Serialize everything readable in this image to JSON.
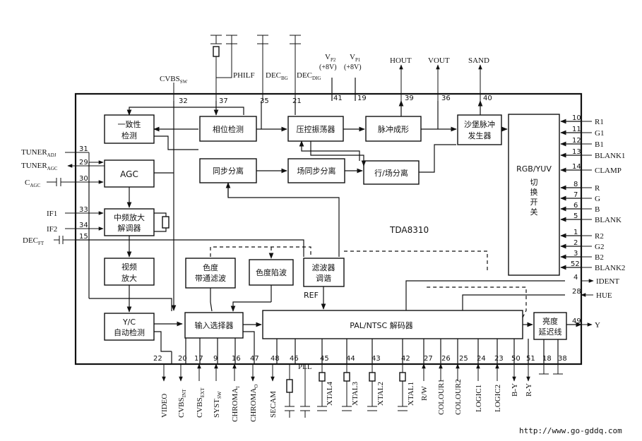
{
  "chip": {
    "name": "TDA8310"
  },
  "url": "http://www.go-gddq.com",
  "blocks": {
    "consistency": [
      "一致性",
      "检测"
    ],
    "phase": "相位检测",
    "vco": "压控振荡器",
    "pulse": "脉冲成形",
    "sandgen": [
      "沙堡脉冲",
      "发生器"
    ],
    "rgbyuv": "RGB/YUV",
    "switch": [
      "切",
      "换",
      "开",
      "关"
    ],
    "agc": "AGC",
    "syncsep": "同步分离",
    "fieldsync": "场同步分离",
    "hvsep": "行/场分离",
    "ifamp": [
      "中频放大",
      "解调器"
    ],
    "chroma_bp": [
      "色度",
      "带通滤波"
    ],
    "chroma_trap": "色度陷波",
    "filter_tune": [
      "滤波器",
      "调谐"
    ],
    "video_amp": [
      "视频",
      "放大"
    ],
    "yc_detect": [
      "Y/C",
      "自动检测"
    ],
    "input_sel": "输入选择器",
    "decoder": "PAL/NTSC 解码器",
    "luma_delay": [
      "亮度",
      "延迟线"
    ]
  },
  "top_labels": {
    "cvbs_sw": "CVBS",
    "cvbs_sw_sub": "SW",
    "philf": "PHILF",
    "dec_bg": "DEC",
    "dec_bg_sub": "BG",
    "dec_dig": "DEC",
    "dec_dig_sub": "DIG",
    "vp2": "V",
    "vp2_sub": "P2",
    "vp2_val": "(+8V)",
    "vp1": "V",
    "vp1_sub": "P1",
    "vp1_val": "(+8V)",
    "hout": "HOUT",
    "vout": "VOUT",
    "sand": "SAND"
  },
  "left_labels": {
    "tuner_adj": "TUNER",
    "tuner_adj_sub": "ADJ",
    "tuner_agc": "TUNER",
    "tuner_agc_sub": "AGC",
    "c_agc": "C",
    "c_agc_sub": "AGC",
    "if1": "IF1",
    "if2": "IF2",
    "dec_ft": "DEC",
    "dec_ft_sub": "FT"
  },
  "right_labels": {
    "r1": "R1",
    "g1": "G1",
    "b1": "B1",
    "blank1": "BLANK1",
    "clamp": "CLAMP",
    "r": "R",
    "g": "G",
    "b": "B",
    "blank": "BLANK",
    "r2": "R2",
    "g2": "G2",
    "b2": "B2",
    "blank2": "BLANK2",
    "ident": "IDENT",
    "hue": "HUE",
    "y": "Y"
  },
  "pins": {
    "p32": "32",
    "p37": "37",
    "p35": "35",
    "p21": "21",
    "p41": "41",
    "p19": "19",
    "p39": "39",
    "p36": "36",
    "p40": "40",
    "p31": "31",
    "p29": "29",
    "p30": "30",
    "p33": "33",
    "p34": "34",
    "p15": "15",
    "p10": "10",
    "p11": "11",
    "p12": "12",
    "p13": "13",
    "p14": "14",
    "p8": "8",
    "p7": "7",
    "p6": "6",
    "p5": "5",
    "p1": "1",
    "p2": "2",
    "p3": "3",
    "p52": "52",
    "p4": "4",
    "p28": "28",
    "p49": "49",
    "p22": "22",
    "p20": "20",
    "p17": "17",
    "p9": "9",
    "p16": "16",
    "p47": "47",
    "p48": "48",
    "p46": "46",
    "p45": "45",
    "p44": "44",
    "p43": "43",
    "p42": "42",
    "p27": "27",
    "p26": "26",
    "p25": "25",
    "p24": "24",
    "p23": "23",
    "p50": "50",
    "p51": "51",
    "p18": "18",
    "p38": "38"
  },
  "ref_label": "REF",
  "pll_label": "PLL",
  "bottom_labels": {
    "video": "VIDEO",
    "cvbs_int": "CVBS",
    "cvbs_int_sub": "INT",
    "cvbs_ext": "CVBS",
    "cvbs_ext_sub": "EXT",
    "syst_sw": "SYST",
    "syst_sw_sub": "SW",
    "chroma_i": "CHROMA",
    "chroma_i_sub": "I",
    "chroma_o": "CHROMA",
    "chroma_o_sub": "O",
    "secam": "SECAM",
    "xtal4": "XTAL4",
    "xtal3": "XTAL3",
    "xtal2": "XTAL2",
    "xtal1": "XTAL1",
    "rw": "R/W",
    "colour1": "COLOUR1",
    "colour2": "COLOUR2",
    "logic1": "LOGIC1",
    "logic2": "LOGIC2",
    "b_y": "B-Y",
    "r_y": "R-Y"
  }
}
